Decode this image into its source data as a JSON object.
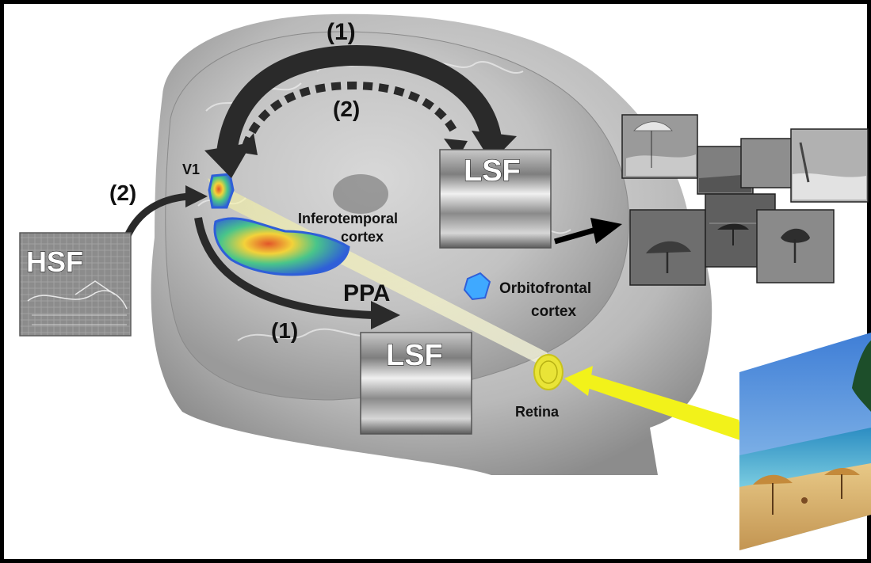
{
  "labels": {
    "pathway_1_top": "(1)",
    "pathway_2_top": "(2)",
    "pathway_2_left": "(2)",
    "pathway_1_bottom": "(1)",
    "v1": "V1",
    "hsf": "HSF",
    "lsf_top": "LSF",
    "lsf_bottom": "LSF",
    "inferotemporal_line1": "Inferotemporal",
    "inferotemporal_line2": "cortex",
    "ppa": "PPA",
    "orbitofrontal_line1": "Orbitofrontal",
    "orbitofrontal_line2": "cortex",
    "retina": "Retina"
  },
  "colors": {
    "background": "#ffffff",
    "frame": "#000000",
    "arrow_dark": "#2a2a2a",
    "light_beam": "#f2f21a",
    "retina": "#e9e437",
    "activation_hot": "#e2562a",
    "activation_warm": "#f3d23a",
    "activation_mid": "#49c58a",
    "activation_cool": "#2f5fd8"
  },
  "icons": {
    "head": "head-silhouette-icon",
    "brain": "brain-slice-icon",
    "beach_scene": "beach-scene-photo",
    "thumbnails": "scene-thumbnail-icon"
  }
}
